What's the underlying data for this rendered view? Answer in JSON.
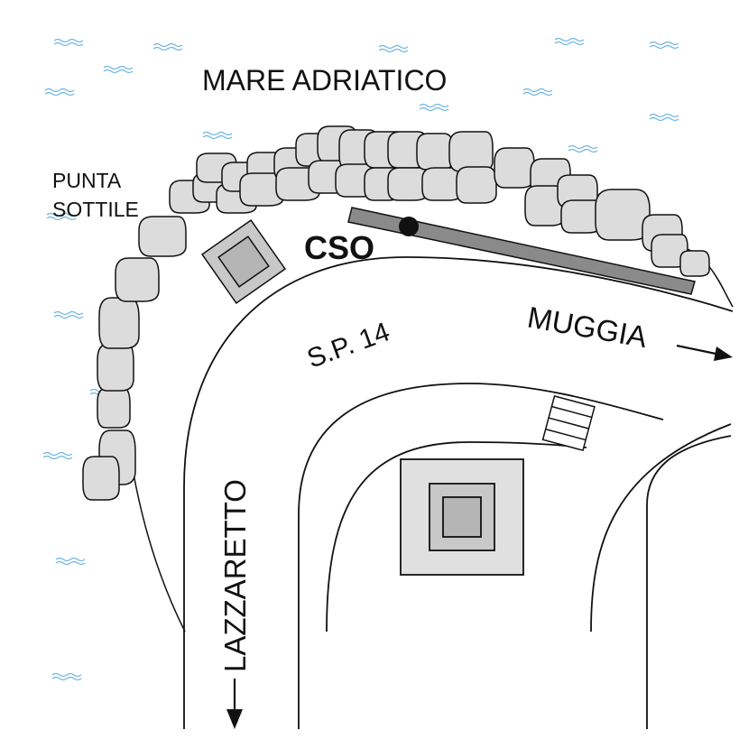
{
  "map": {
    "sea_label": "MARE ADRIATICO",
    "point_label_line1": "PUNTA",
    "point_label_line2": "SOTTILE",
    "station_label": "CSO",
    "road_label": "S.P. 14",
    "direction_east": "MUGGIA",
    "direction_south": "LAZZARETTO"
  },
  "colors": {
    "rock_fill": "#dcdcdc",
    "pier_fill": "#8a8a8a",
    "building_fill": "#c8c8c8",
    "building_light": "#e0e0e0",
    "wave": "#6fb6e0",
    "line": "#111111"
  },
  "icons": {
    "station": "filled-circle-marker",
    "direction": "arrow"
  }
}
